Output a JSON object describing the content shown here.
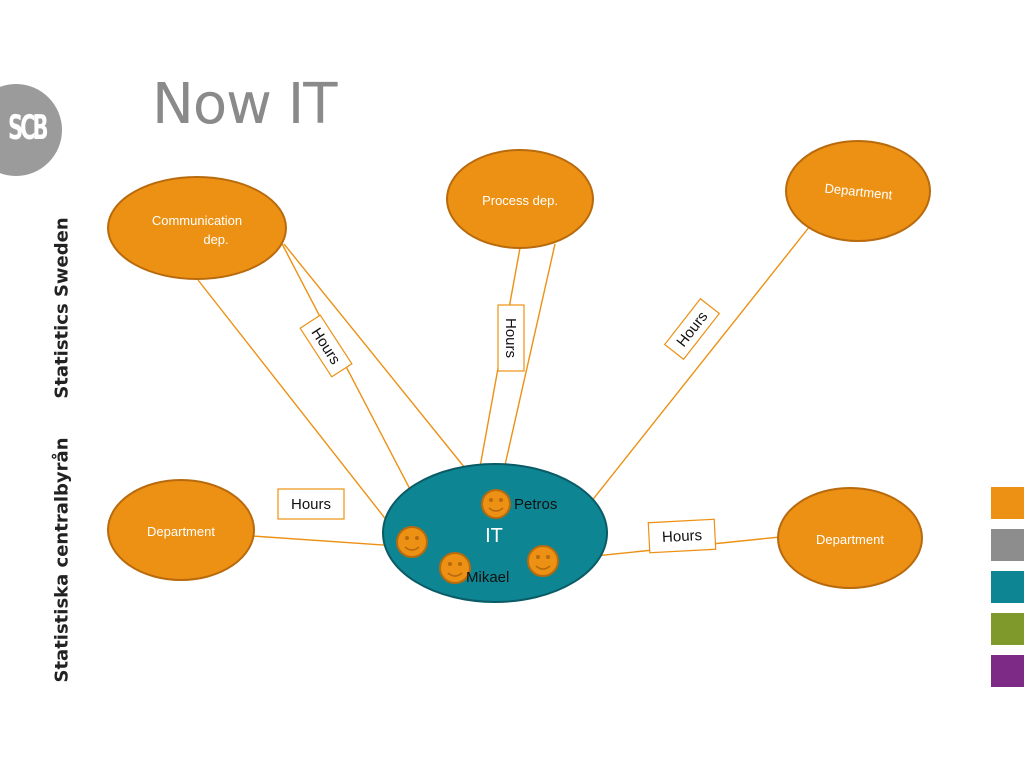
{
  "slide": {
    "title": "Now IT",
    "logo_text": "SCB",
    "side_text_en": "Statistics Sweden",
    "side_text_sv": "Statistiska centralbyrån"
  },
  "diagram": {
    "nodes": {
      "communication": "Communication\ndep.",
      "process": "Process dep.",
      "department_top_right": "Department",
      "department_left": "Department",
      "department_right": "Department",
      "it": "IT"
    },
    "people": {
      "petros": "Petros",
      "mikael": "Mikael"
    },
    "hour_labels": [
      "Hours",
      "Hours",
      "Hours",
      "Hours",
      "Hours"
    ]
  },
  "colors": {
    "orange": "#ec9114",
    "orange_border": "#b86a0c",
    "teal": "#0e8592",
    "teal_border": "#0a5b66",
    "palette": [
      "#ec9114",
      "#8d8d8d",
      "#0e8592",
      "#7f9a2a",
      "#7c2a86"
    ]
  },
  "icons": {
    "logo": "scb-logo",
    "person": "smiley-face-icon"
  }
}
